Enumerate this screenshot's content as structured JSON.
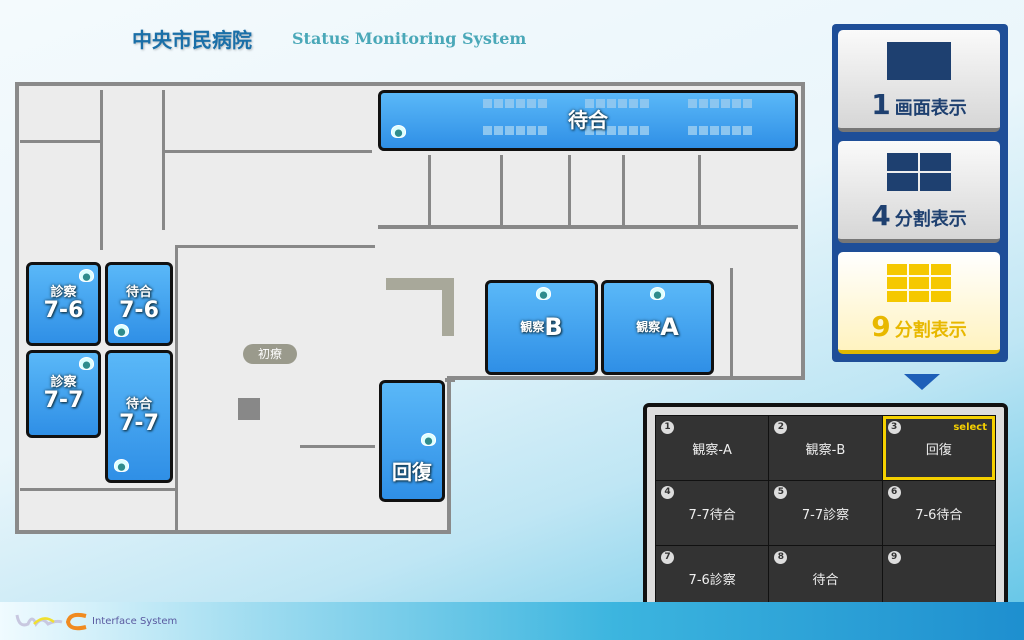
{
  "header": {
    "title": "中央市民病院",
    "subtitle": "Status Monitoring System"
  },
  "footer": {
    "logo_text": "Interface System"
  },
  "floorplan": {
    "label_shoryo": "初療",
    "rooms": [
      {
        "id": "machiai",
        "label": "待合"
      },
      {
        "id": "shinsatsu-7-6",
        "line1": "診察",
        "line2": "7-6"
      },
      {
        "id": "machiai-7-6",
        "line1": "待合",
        "line2": "7-6"
      },
      {
        "id": "shinsatsu-7-7",
        "line1": "診察",
        "line2": "7-7"
      },
      {
        "id": "machiai-7-7",
        "line1": "待合",
        "line2": "7-7"
      },
      {
        "id": "kansatsu-b",
        "line1": "観察",
        "line2": "B"
      },
      {
        "id": "kansatsu-a",
        "line1": "観察",
        "line2": "A"
      },
      {
        "id": "kaifuku",
        "label": "回復"
      }
    ]
  },
  "view_buttons": [
    {
      "num": "1",
      "label": "画面表示",
      "selected": false
    },
    {
      "num": "4",
      "label": "分割表示",
      "selected": false
    },
    {
      "num": "9",
      "label": "分割表示",
      "selected": true
    }
  ],
  "grid": {
    "select_tag": "select",
    "cells": [
      {
        "num": "1",
        "label": "観察-A"
      },
      {
        "num": "2",
        "label": "観察-B"
      },
      {
        "num": "3",
        "label": "回復",
        "selected": true
      },
      {
        "num": "4",
        "label": "7-7待合"
      },
      {
        "num": "5",
        "label": "7-7診察"
      },
      {
        "num": "6",
        "label": "7-6待合"
      },
      {
        "num": "7",
        "label": "7-6診察"
      },
      {
        "num": "8",
        "label": "待合"
      },
      {
        "num": "9",
        "label": ""
      }
    ]
  },
  "colors": {
    "room": "#3a9ff0",
    "selected": "#f5d000",
    "nav": "#1e4e98"
  }
}
